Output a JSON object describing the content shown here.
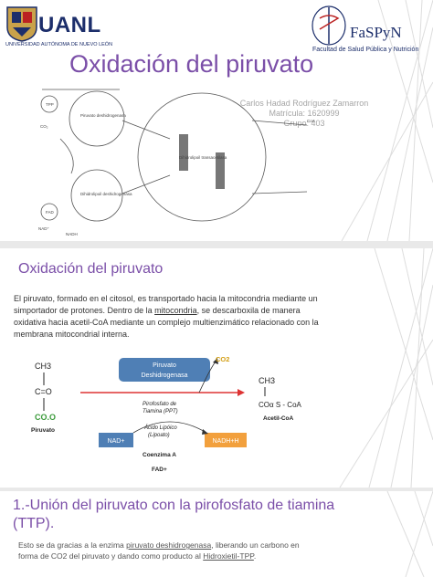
{
  "slide1": {
    "uanl_logo": "UANL",
    "uanl_subtitle": "UNIVERSIDAD AUTÓNOMA DE NUEVO LEÓN",
    "faspyn_logo": "FaSPyN",
    "faspyn_subtitle": "Facultad de Salud Pública y Nutrición",
    "title": "Oxidación del piruvato",
    "author": "Carlos Hadad Rodríguez Zamarron",
    "matricula": "Matrícula: 1620999",
    "grupo": "Grupo: 403",
    "diagram_labels": {
      "complex1": "Piruvato deshidrogenasa",
      "complex2": "Dihidrolipoil transacetilasa",
      "complex3": "Dihidrolipoil deshidrogenasa",
      "co2": "CO₂",
      "tpp": "TPP",
      "fad": "FAD",
      "nad": "NAD⁺",
      "nadh": "NADH",
      "coa": "CoA"
    }
  },
  "slide2": {
    "title": "Oxidación del piruvato",
    "text_a": "El piruvato, formado en el citosol, es transportado hacia la mitocondria mediante un simportador de protones. Dentro de la ",
    "text_link": "mitocondria",
    "text_b": ", se descarboxila de manera oxidativa hacia acetil-CoA mediante un complejo multienzimático relacionado con la membrana mitocondrial interna.",
    "reaction": {
      "left_ch3": "CH3",
      "left_co": "C=O",
      "left_coo": "CO.O",
      "piruvato": "Piruvato",
      "enzyme1": "Piruvato",
      "enzyme2": "Deshidrogenasa",
      "co2": "CO2",
      "right_ch3": "CH3",
      "right_co": "COα S - CoA",
      "acetil": "Acetil-CoA",
      "cof1": "Pirofosfato de",
      "cof2": "Tiamina (PPT)",
      "cof3": "Ácido Lipóico",
      "cof4": "(Lipoato)",
      "cof5": "Coenzima A",
      "cof6": "FAD+",
      "nad": "NAD+",
      "nadh": "NADH+H"
    }
  },
  "slide3": {
    "title": "1.-Unión del piruvato con la pirofosfato de tiamina (TTP).",
    "text_a": "Esto se da gracias a la enzima ",
    "link1": "piruvato deshidrogenasa",
    "text_b": ", liberando un carbono en forma de CO2 del piruvato y dando como producto al ",
    "link2": "Hidroxietil-TPP",
    "text_c": "."
  }
}
